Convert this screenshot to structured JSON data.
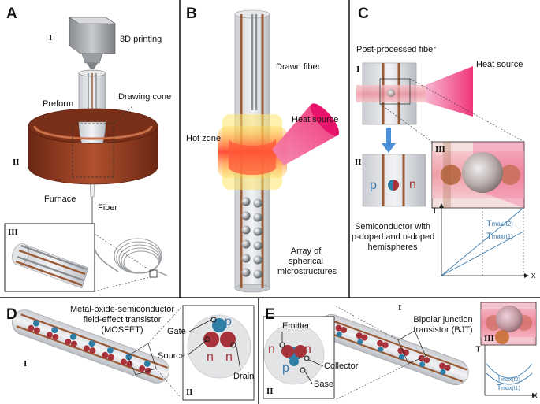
{
  "panels": {
    "A": {
      "letter": "A",
      "roman_i": "I",
      "roman_ii": "II",
      "roman_iii": "III",
      "printing": "3D printing",
      "preform": "Preform",
      "drawing_cone": "Drawing cone",
      "furnace": "Furnace",
      "fiber": "Fiber"
    },
    "B": {
      "letter": "B",
      "drawn_fiber": "Drawn fiber",
      "heat_source": "Heat source",
      "hot_zone": "Hot zone",
      "array_line1": "Array of",
      "array_line2": "spherical",
      "array_line3": "microstructures"
    },
    "C": {
      "letter": "C",
      "roman_i": "I",
      "roman_ii": "II",
      "roman_iii": "III",
      "post_processed": "Post-processed fiber",
      "heat_source": "Heat source",
      "p": "p",
      "n": "n",
      "semi_line1": "Semiconductor with",
      "semi_line2": "p-doped  and n-doped",
      "semi_line3": "hemispheres",
      "axis_t": "T",
      "axis_x": "x",
      "tmax_t2": "T",
      "tmax_t2_sub": "max(t2)",
      "tmax_t1": "T",
      "tmax_t1_sub": "max(t1)"
    },
    "D": {
      "letter": "D",
      "roman_i": "I",
      "roman_ii": "II",
      "mosfet_line1": "Metal-oxide-semiconductor",
      "mosfet_line2": "field-effect transistor",
      "mosfet_line3": "(MOSFET)",
      "gate": "Gate",
      "source": "Source",
      "drain": "Drain",
      "p": "p",
      "n1": "n",
      "n2": "n"
    },
    "E": {
      "letter": "E",
      "roman_i": "I",
      "roman_ii": "II",
      "roman_iii": "III",
      "emitter": "Emitter",
      "collector": "Collector",
      "base": "Base",
      "bjt_line1": "Bipolar junction",
      "bjt_line2": "transistor (BJT)",
      "n1": "n",
      "n2": "n",
      "p": "p",
      "axis_t": "T",
      "axis_x": "x",
      "tmax_t2": "T",
      "tmax_t2_sub": "max(t2)",
      "tmax_t1": "T",
      "tmax_t1_sub": "max(t1)"
    }
  },
  "colors": {
    "copper": "#9a5a35",
    "furnace": "#8a3a22",
    "heat": "#f0357a",
    "p_blue": "#2f7ea6",
    "n_red": "#a8323a",
    "label_blue": "#3a7bb0"
  }
}
